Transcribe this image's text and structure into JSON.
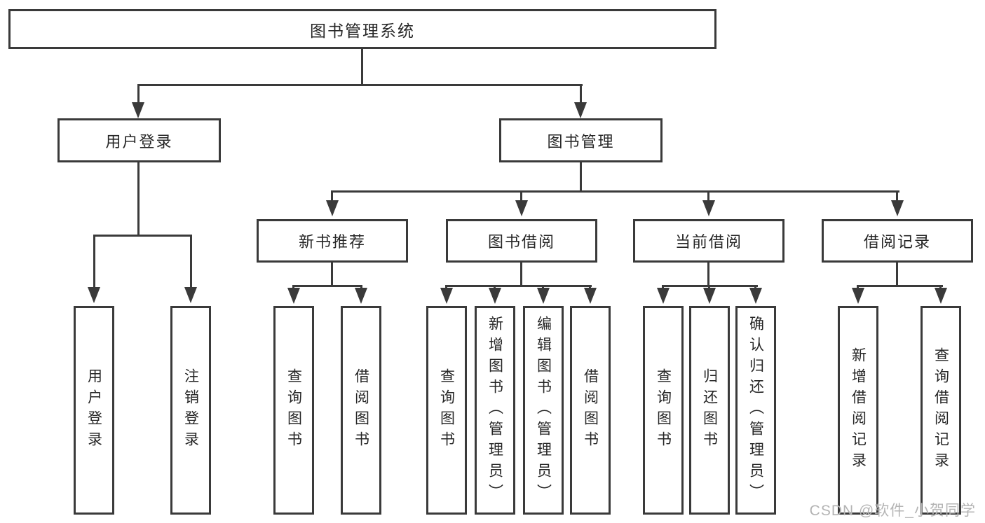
{
  "colors": {
    "line": "#3a3a3a",
    "text": "#262626",
    "background": "#ffffff",
    "watermark": "#b4b4b4"
  },
  "diagram": {
    "root_label": "图书管理系统",
    "level2": [
      "用户登录",
      "图书管理"
    ],
    "level3": [
      "新书推荐",
      "图书借阅",
      "当前借阅",
      "借阅记录"
    ],
    "user_login_children": [
      "用户登录",
      "注销登录"
    ],
    "new_book_children": [
      "查询图书",
      "借阅图书"
    ],
    "book_borrow_children": [
      "查询图书",
      "新增图书（管理员）",
      "编辑图书（管理员）",
      "借阅图书"
    ],
    "current_borrow_children": [
      "查询图书",
      "归还图书",
      "确认归还（管理员）"
    ],
    "borrow_record_children": [
      "新增借阅记录",
      "查询借阅记录"
    ]
  },
  "watermark": {
    "text": "CSDN @软件_小贺同学"
  }
}
